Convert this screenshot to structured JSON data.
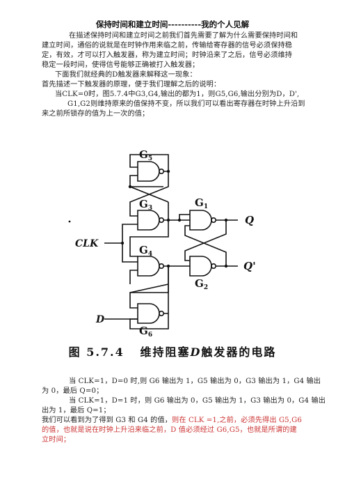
{
  "title": "保持时间和建立时间----------我的个人见解",
  "intro": [
    "在描述保持时间和建立时间之前我们首先需要了解为什么需要保持时间和",
    "建立时间，通俗的说就是在时钟作用来临之前，传输给寄存器的信号必须保持稳",
    "定，有效，才可以打入触发器，称为建立时间；时钟沿来了之后，信号必须维持",
    "稳定一段时间，使得信号能够正确被打入触发器；"
  ],
  "lead1": "下面我们就经典的D触发器来解释这一现象：",
  "lead2": "首先描述一下触发器的原理，便于我们理解之后的说明：",
  "state0": [
    "当CLK=0时，图5.7.4中G3,G4,输出的都为1，则G5,G6,输出分别为D，D',",
    "G1,G2则维持原来的值保持不变，所以我们可以看出寄存器在时钟上升沿到",
    "来之前所锁存的值为上一次的值；"
  ],
  "figure": {
    "labels": {
      "g5": "G",
      "g5s": "5",
      "g3": "G",
      "g3s": "3",
      "g1": "G",
      "g1s": "1",
      "g4": "G",
      "g4s": "4",
      "g2": "G",
      "g2s": "2",
      "g6": "G",
      "g6s": "6",
      "clk": "CLK",
      "d": "D",
      "q": "Q",
      "qn": "Q'"
    },
    "caption_prefix": "图 5.7.4",
    "caption_main": "维持阻塞",
    "caption_d": "D",
    "caption_suffix": "触发器的电路"
  },
  "case1": "当 CLK=1，D=0 时,则 G6 输出为 1，G5 输出为 0，G3 输出为 1，G4 输出",
  "case1b": "为 0，最后 Q=0；",
  "case2": "当 CLK=1，D=1 时，则 G6 输出为 0，G5 输出为 1，G3 输出为 0，G4 输出",
  "case2b": "出为 1，最后 Q=1；",
  "concl_a": "我们可以看到为了得到 G3 和 G4 的值，",
  "concl_red": "则在 CLK =1,之前，必须先得出 G5,G6",
  "concl2": "的值，也就是说在时钟上升沿来临之前，D 值必须经过 G6,G5，也就是所谓的建",
  "concl3": "立时间；"
}
